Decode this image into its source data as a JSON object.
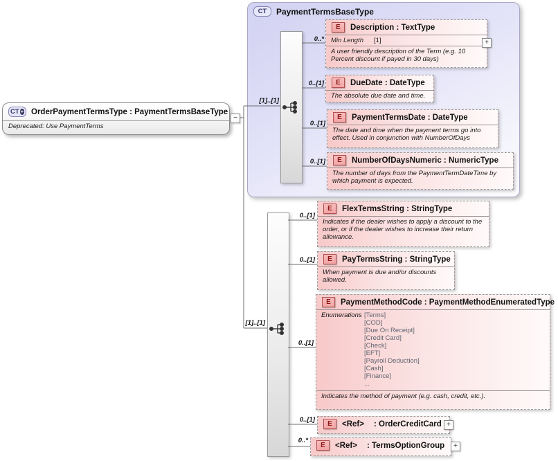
{
  "root_box": {
    "badge": "CT",
    "badge_plus": "+",
    "title": "OrderPaymentTermsType : PaymentTermsBaseType",
    "annotation": "Deprecated: Use PaymentTerms",
    "collapse_handle": "−"
  },
  "container": {
    "badge": "CT",
    "title": "PaymentTermsBaseType",
    "cardinality": "[1]..[1]"
  },
  "bottom_group": {
    "cardinality": "[1]..[1]"
  },
  "elements": {
    "description": {
      "badge": "E",
      "cardinality": "0..*",
      "title": "Description : TextType",
      "facet_name": "Min Length",
      "facet_value": "[1]",
      "annotation": "A user friendly description of the Term (e.g. 10 Percent discount if payed in 30 days)",
      "expand": "+"
    },
    "due_date": {
      "badge": "E",
      "cardinality": "0..[1]",
      "title": "DueDate : DateType",
      "annotation": "The absolute due date and time."
    },
    "payment_terms_date": {
      "badge": "E",
      "cardinality": "0..[1]",
      "title": "PaymentTermsDate : DateType",
      "annotation": "The date and time when the payment terms go into effect. Used in conjunction with NumberOfDays"
    },
    "number_of_days": {
      "badge": "E",
      "cardinality": "0..[1]",
      "title": "NumberOfDaysNumeric : NumericType",
      "annotation": "The number of days from the PaymentTermDateTime by which payment is expected."
    },
    "flex_terms": {
      "badge": "E",
      "cardinality": "0..[1]",
      "title": "FlexTermsString : StringType",
      "annotation": "Indicates if the dealer wishes to apply a discount to the order, or if the dealer wishes to increase their return allowance."
    },
    "pay_terms": {
      "badge": "E",
      "cardinality": "0..[1]",
      "title": "PayTermsString : StringType",
      "annotation": "When payment is due and/or discounts allowed."
    },
    "payment_method": {
      "badge": "E",
      "cardinality": "0..[1]",
      "title": "PaymentMethodCode : PaymentMethodEnumeratedType",
      "enumerations_label": "Enumerations",
      "enumerations": [
        "[Terms]",
        "[COD]",
        "[Due On Receipt]",
        "[Credit Card]",
        "[Check]",
        "[EFT]",
        "[Payroll Deduction]",
        "[Cash]",
        "[Finance]",
        "..."
      ],
      "annotation": "Indicates the method of payment (e.g. cash, credit, etc.)."
    },
    "ref_credit_card": {
      "badge": "E",
      "cardinality": "0..[1]",
      "name": "<Ref>",
      "type": ": OrderCreditCard",
      "expand": "+"
    },
    "ref_terms_option": {
      "badge": "E",
      "cardinality": "0..*",
      "name": "<Ref>",
      "type": ": TermsOptionGroup",
      "expand": "+"
    }
  },
  "colors": {
    "container_fill": "#d8d8f4",
    "element_fill": "#f8c9c9",
    "badge_border": "#b05050",
    "line": "#6e6e6e"
  }
}
